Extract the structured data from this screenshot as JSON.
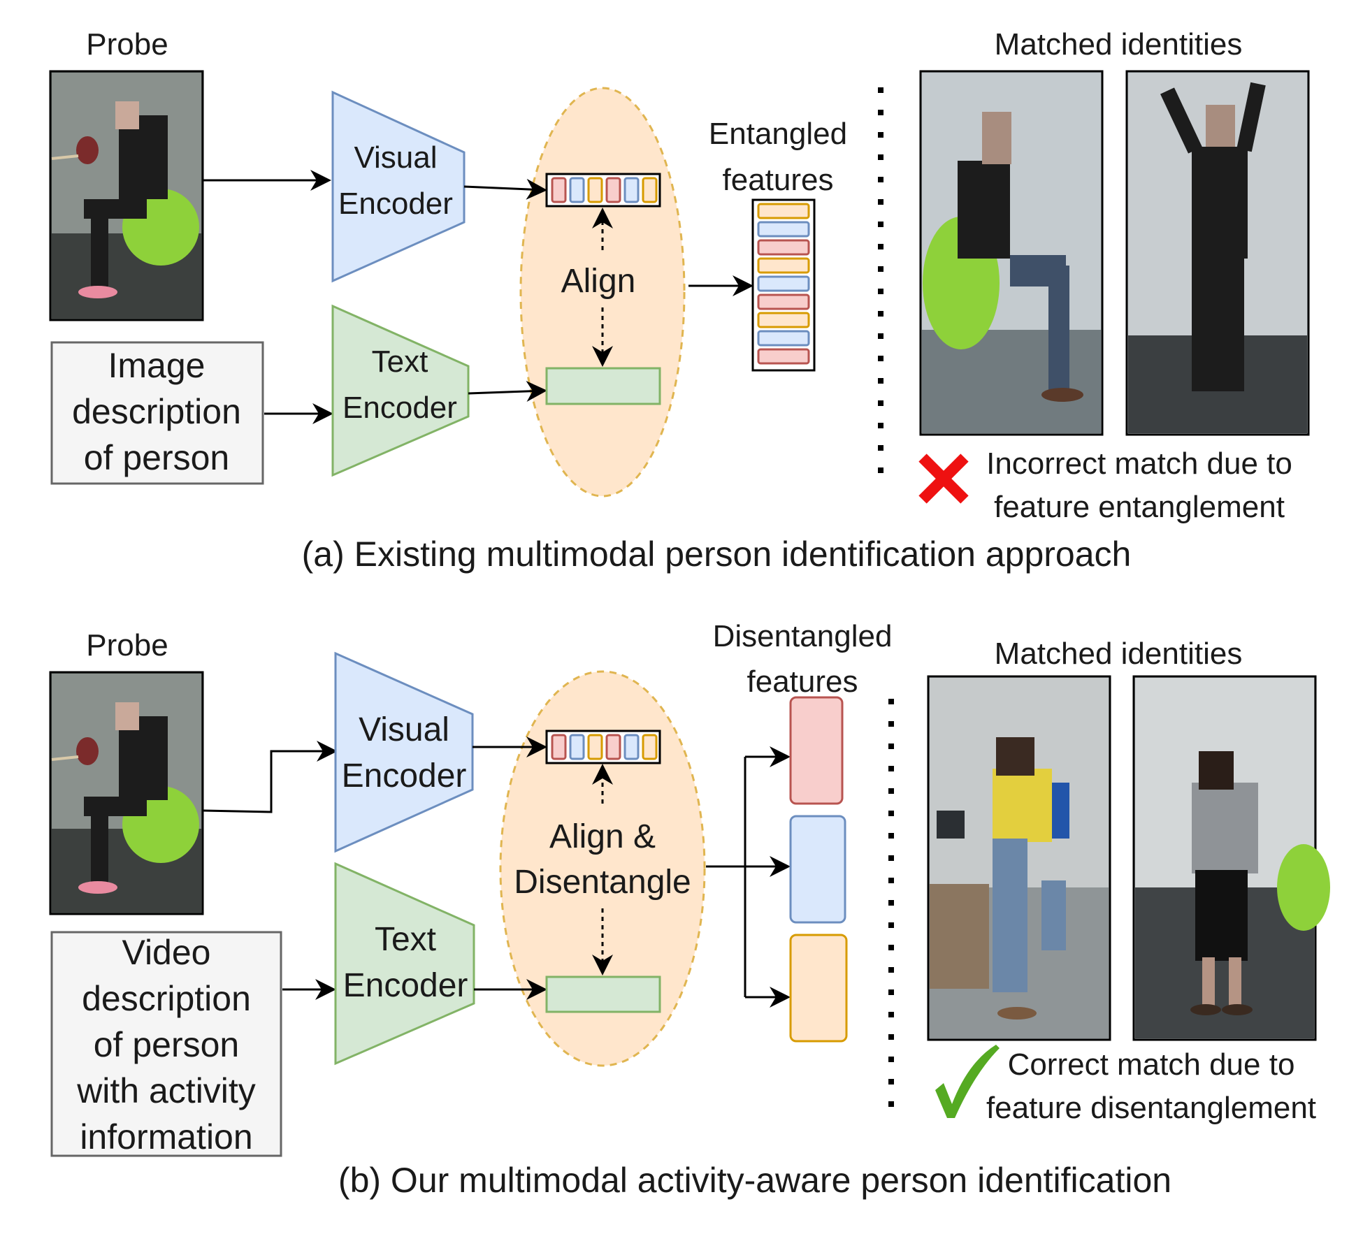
{
  "panel_a": {
    "probe_label": "Probe",
    "matched_label": "Matched identities",
    "visual_encoder": [
      "Visual",
      "Encoder"
    ],
    "text_encoder": [
      "Text",
      "Encoder"
    ],
    "description": [
      "Image",
      "description",
      "of person"
    ],
    "align": "Align",
    "features_label": [
      "Entangled",
      "features"
    ],
    "result": [
      "Incorrect match due to",
      "feature entanglement"
    ],
    "result_icon": "cross-icon",
    "caption": "(a) Existing multimodal person identification approach"
  },
  "panel_b": {
    "probe_label": "Probe",
    "matched_label": "Matched identities",
    "visual_encoder": [
      "Visual",
      "Encoder"
    ],
    "text_encoder": [
      "Text",
      "Encoder"
    ],
    "description": [
      "Video",
      "description",
      "of person",
      "with activity",
      "information"
    ],
    "align": [
      "Align &",
      "Disentangle"
    ],
    "features_label": [
      "Disentangled",
      "features"
    ],
    "result": [
      "Correct match due to",
      "feature disentanglement"
    ],
    "result_icon": "checkmark-icon",
    "caption": "(b) Our multimodal activity-aware person identification"
  },
  "colors": {
    "visual_fill": "#dae8fc",
    "visual_stroke": "#6c8ebf",
    "text_fill": "#d5e8d4",
    "text_stroke": "#82b366",
    "ellipse_fill": "#ffe6cc",
    "ellipse_stroke": "#e0b550",
    "red_fill": "#f8cecc",
    "red_stroke": "#b85450",
    "blue_fill": "#dae8fc",
    "blue_stroke": "#6c8ebf",
    "orange_fill": "#ffe6cc",
    "orange_stroke": "#d79b00",
    "cross": "#ee1111",
    "check": "#55aa22"
  }
}
